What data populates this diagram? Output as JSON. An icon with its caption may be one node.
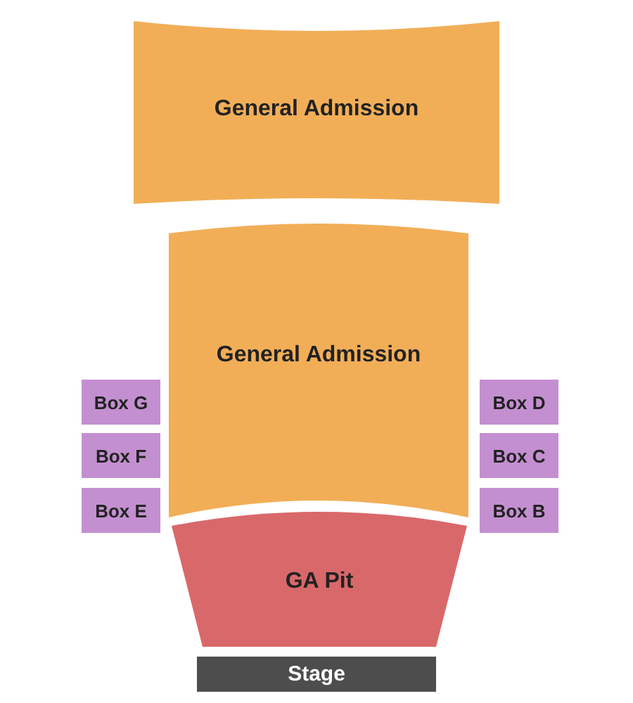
{
  "diagram": {
    "nodes": [
      {
        "text": [
          "General Admission"
        ]
      },
      {
        "text": [
          "General Admission"
        ]
      },
      {
        "text": [
          "Box G"
        ]
      },
      {
        "text": [
          "Box D"
        ]
      },
      {
        "text": [
          "Box F"
        ]
      },
      {
        "text": [
          "Box C"
        ]
      },
      {
        "text": [
          "Box E"
        ]
      },
      {
        "text": [
          "Box B"
        ]
      },
      {
        "text": [
          "GA Pit"
        ]
      },
      {
        "text": [
          "Stage"
        ]
      }
    ]
  }
}
